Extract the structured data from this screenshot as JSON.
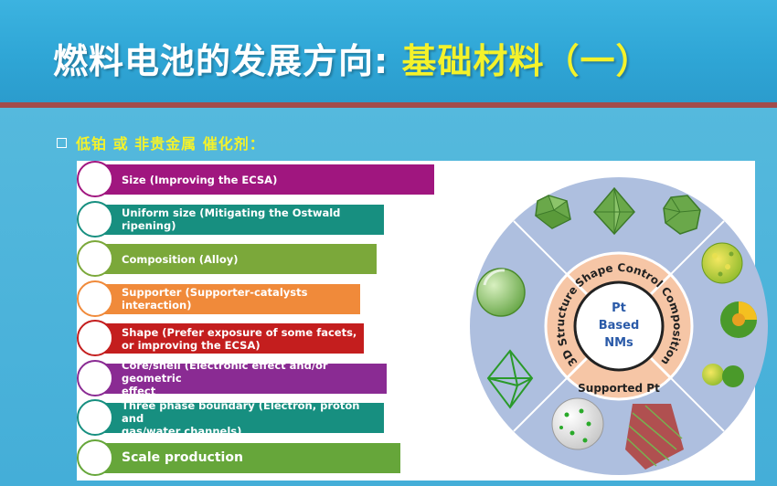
{
  "title": {
    "main": "燃料电池的发展方向: ",
    "highlight": "基础材料（一）"
  },
  "bullet": "低铂 或 非贵金属 催化剂：",
  "rows": [
    {
      "label": "Size (Improving the ECSA)",
      "color": "#a0167f",
      "width": 1.0
    },
    {
      "label": "Uniform size (Mitigating the Ostwald ripening)",
      "color": "#178f80",
      "width": 0.85
    },
    {
      "label": "Composition (Alloy)",
      "color": "#7ba83a",
      "width": 0.83
    },
    {
      "label": "Supporter (Supporter-catalysts interaction)",
      "color": "#f08a3a",
      "width": 0.78
    },
    {
      "label": "Shape (Prefer exposure of some facets,",
      "label2": "or improving the ECSA)",
      "color": "#c41e1e",
      "width": 0.79
    },
    {
      "label": "Core/shell (Electronic effect and/or geometric",
      "label2": "effect",
      "color": "#8a2b93",
      "width": 0.86
    },
    {
      "label": "Three phase boundary (Electron, proton and",
      "label2": "gas/water channels)",
      "color": "#178f80",
      "width": 0.85
    },
    {
      "label": "Scale production",
      "color": "#66a63a",
      "width": 0.9,
      "big": true
    }
  ],
  "wheel": {
    "center": [
      "Pt",
      "Based",
      "NMs"
    ],
    "segments": [
      "Shape Control",
      "Composition",
      "Supported Pt",
      "3D Structure"
    ]
  },
  "colors": {
    "header": "#2fa6d6",
    "divider": "#a24b4b",
    "highlight": "#f4f22a",
    "wheel_outer": "#aebfdf",
    "wheel_ring": "#f6c6a6",
    "wheel_center_text": "#2a5aa8"
  }
}
